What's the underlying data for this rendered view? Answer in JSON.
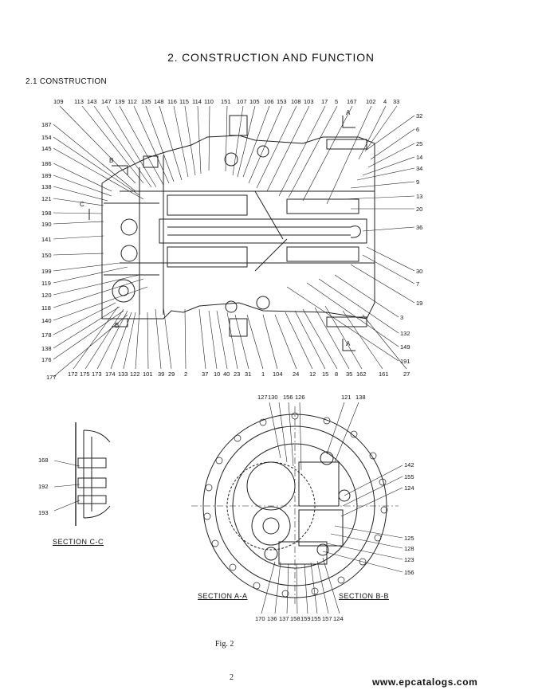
{
  "heading": {
    "title": "2.  CONSTRUCTION AND FUNCTION",
    "subtitle": "2.1 CONSTRUCTION"
  },
  "callouts_top": [
    "109",
    "113",
    "143",
    "147",
    "139",
    "112",
    "135",
    "148",
    "116",
    "115",
    "114",
    "110",
    "151",
    "107",
    "105",
    "106",
    "153",
    "108",
    "103",
    "17",
    "5",
    "167",
    "102",
    "4",
    "33"
  ],
  "callouts_left": [
    "187",
    "154",
    "145",
    "186",
    "189",
    "138",
    "121",
    "198",
    "190",
    "141",
    "150",
    "199",
    "119",
    "120",
    "118",
    "140",
    "178",
    "138",
    "176",
    "177"
  ],
  "callouts_right": [
    "32",
    "6",
    "25",
    "14",
    "34",
    "9",
    "13",
    "20",
    "36",
    "30",
    "7",
    "19",
    "3",
    "132",
    "149",
    "191"
  ],
  "callouts_bottom": [
    "172",
    "175",
    "173",
    "174",
    "133",
    "122",
    "101",
    "39",
    "29",
    "2",
    "37",
    "10",
    "40",
    "23",
    "31",
    "1",
    "104",
    "24",
    "12",
    "15",
    "8",
    "35",
    "162",
    "161",
    "27"
  ],
  "section_marks": {
    "a_top": "A",
    "a_bottom": "A",
    "b_top": "B",
    "b_bottom": "B",
    "c": "C"
  },
  "section_cc": {
    "label": "SECTION C-C",
    "callouts": [
      "168",
      "192",
      "193"
    ]
  },
  "section_aa": {
    "label": "SECTION A-A",
    "callouts_top": [
      "127",
      "130",
      "156",
      "126",
      "121",
      "138"
    ],
    "callouts_bottom": [
      "170",
      "136",
      "137",
      "158",
      "159",
      "155",
      "157",
      "124"
    ]
  },
  "section_bb": {
    "label": "SECTION B-B",
    "callouts_right": [
      "142",
      "155",
      "124",
      "125",
      "128",
      "123",
      "156"
    ]
  },
  "figure_caption": "Fig. 2",
  "page_number": "2",
  "watermark": "www.epcatalogs.com"
}
